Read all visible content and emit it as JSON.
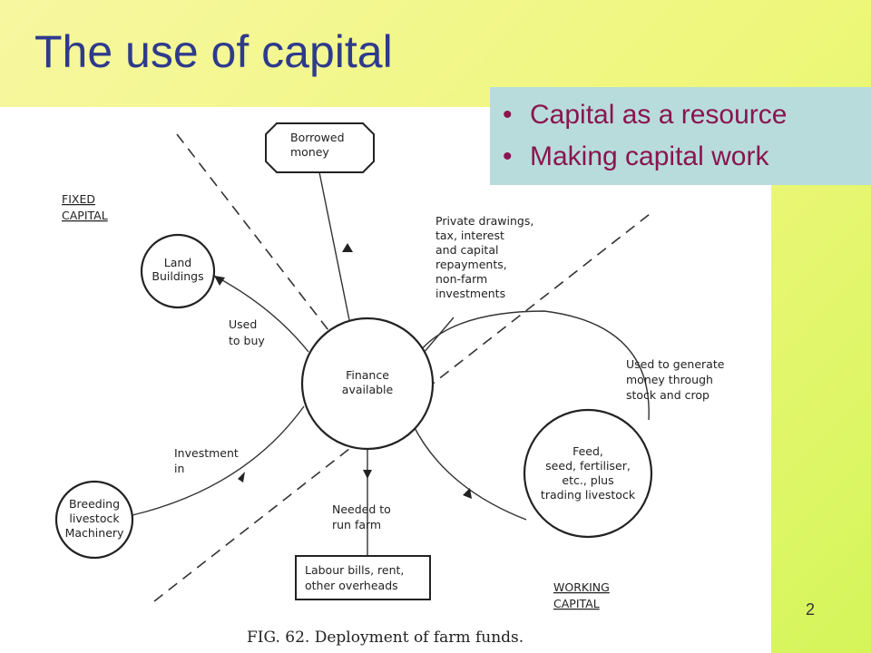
{
  "slide": {
    "title": "The use of capital",
    "bullets": [
      "Capital as a resource",
      "Making capital work"
    ],
    "page_number": "2"
  },
  "diagram": {
    "caption": "FIG. 62. Deployment of farm funds.",
    "zones": {
      "fixed": [
        "FIXED",
        "CAPITAL"
      ],
      "working": [
        "WORKING",
        "CAPITAL"
      ]
    },
    "nodes": {
      "finance": [
        "Finance",
        "available"
      ],
      "land": [
        "Land",
        "Buildings"
      ],
      "breeding": [
        "Breeding",
        "livestock",
        "Machinery"
      ],
      "feed": [
        "Feed,",
        "seed, fertiliser,",
        "etc., plus",
        "trading livestock"
      ],
      "borrowed": [
        "Borrowed",
        "money"
      ],
      "labour": [
        "Labour bills, rent,",
        "other overheads"
      ]
    },
    "edge_labels": {
      "used_to_buy": [
        "Used",
        "to buy"
      ],
      "investment_in": [
        "Investment",
        "in"
      ],
      "needed_to_run": [
        "Needed to",
        "run farm"
      ],
      "used_to_generate": [
        "Used to generate",
        "money through",
        "stock and crop"
      ],
      "private_drawings": [
        "Private drawings,",
        "tax, interest",
        "and capital",
        "repayments,",
        "non-farm",
        "investments"
      ]
    }
  }
}
